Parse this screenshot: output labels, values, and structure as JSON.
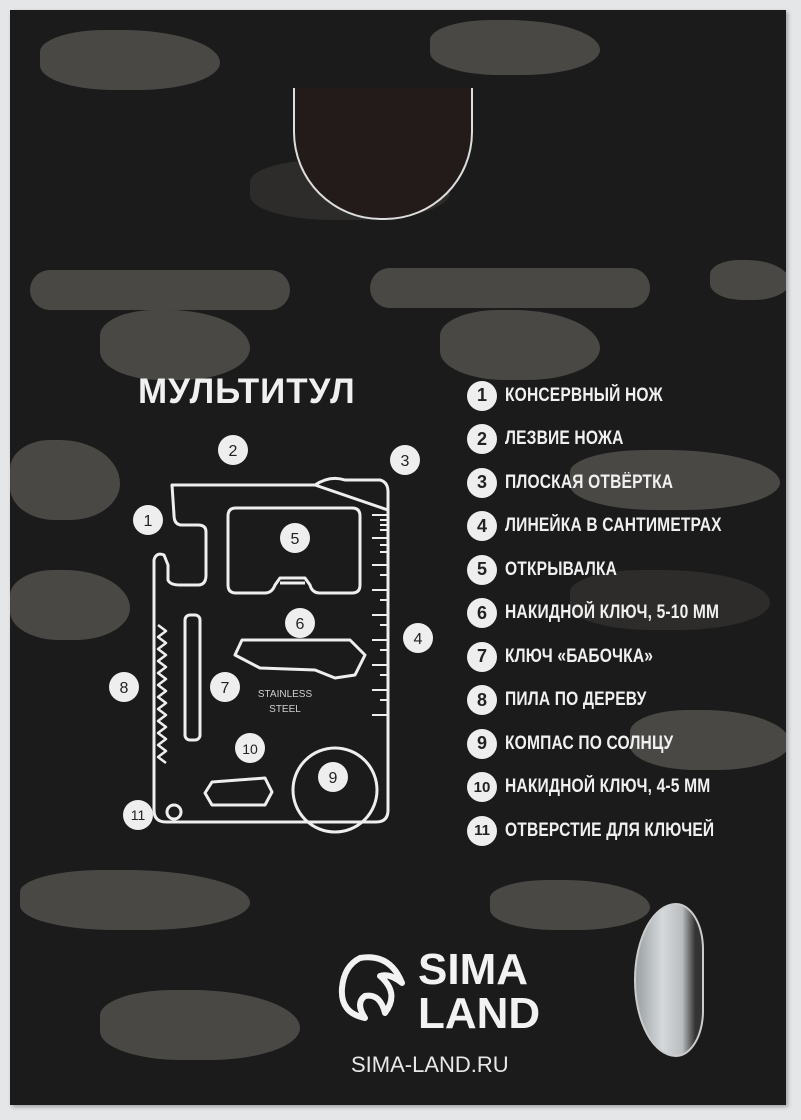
{
  "package": {
    "title": "МУЛЬТИТУЛ",
    "features": [
      {
        "num": "1",
        "label": "КОНСЕРВНЫЙ НОЖ"
      },
      {
        "num": "2",
        "label": "ЛЕЗВИЕ НОЖА"
      },
      {
        "num": "3",
        "label": "ПЛОСКАЯ ОТВЁРТКА"
      },
      {
        "num": "4",
        "label": "ЛИНЕЙКА В САНТИМЕТРАХ"
      },
      {
        "num": "5",
        "label": "ОТКРЫВАЛКА"
      },
      {
        "num": "6",
        "label": "НАКИДНОЙ КЛЮЧ, 5-10 ММ"
      },
      {
        "num": "7",
        "label": "КЛЮЧ «БАБОЧКА»"
      },
      {
        "num": "8",
        "label": "ПИЛА ПО ДЕРЕВУ"
      },
      {
        "num": "9",
        "label": "КОМПАС ПО СОЛНЦУ"
      },
      {
        "num": "10",
        "label": "НАКИДНОЙ КЛЮЧ, 4-5 ММ"
      },
      {
        "num": "11",
        "label": "ОТВЕРСТИЕ ДЛЯ КЛЮЧЕЙ"
      }
    ],
    "diagram": {
      "stamp_line1": "STAINLESS",
      "stamp_line2": "STEEL",
      "callouts": [
        "1",
        "2",
        "3",
        "4",
        "5",
        "6",
        "7",
        "8",
        "9",
        "10",
        "11"
      ]
    },
    "brand": {
      "line1": "SIMA",
      "line2": "LAND",
      "website": "SIMA-LAND.RU"
    },
    "colors": {
      "background": "#1b1b1b",
      "camo_light": "#4a4844",
      "text": "#f0f0f0"
    }
  }
}
